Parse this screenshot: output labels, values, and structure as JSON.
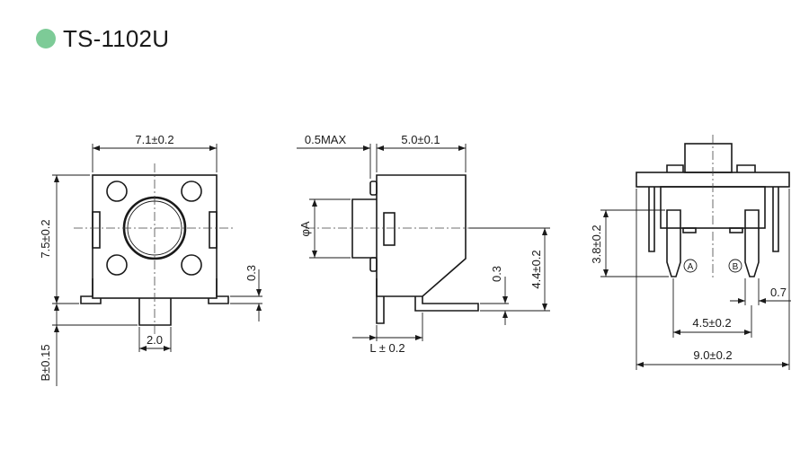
{
  "title": "TS-1102U",
  "accent_color": "#7dcb97",
  "labels": {
    "front_width": "7.1±0.2",
    "front_height": "7.5±0.2",
    "front_lead": "0.3",
    "front_tab": "2.0",
    "front_b": "B±0.15",
    "side_max": "0.5MAX",
    "side_depth": "5.0±0.1",
    "side_dia": "φA",
    "side_lead": "0.3",
    "side_height": "4.4±0.2",
    "side_l": "L ± 0.2",
    "end_height": "3.8±0.2",
    "end_a": "A",
    "end_b": "B",
    "end_pin": "0.7",
    "end_pitch": "4.5±0.2",
    "end_width": "9.0±0.2"
  }
}
